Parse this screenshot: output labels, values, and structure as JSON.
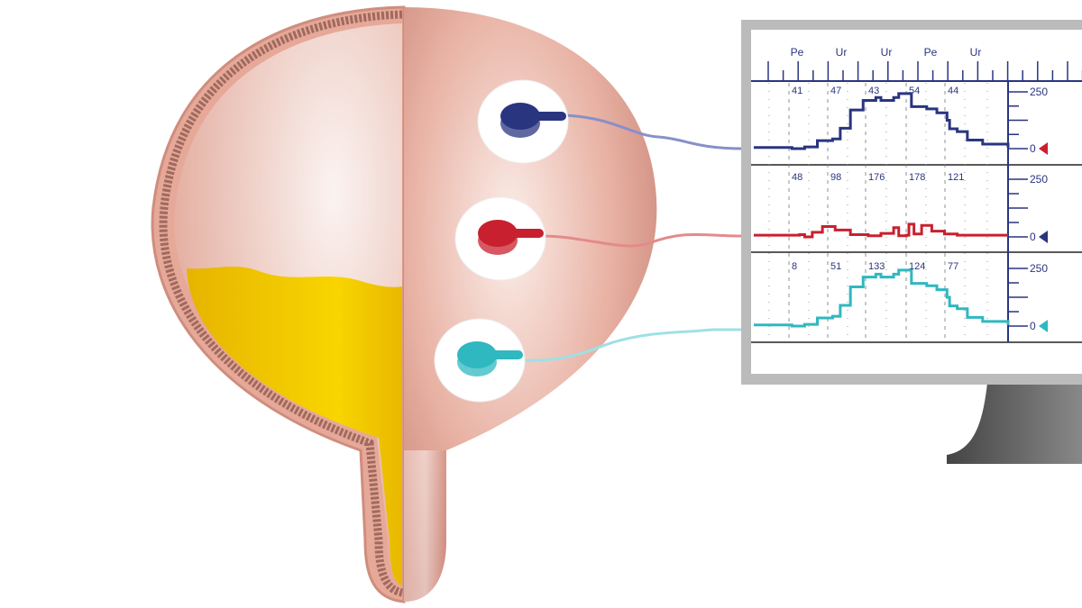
{
  "monitor": {
    "top_axis_labels": [
      "Pe",
      "Ur",
      "Ur",
      "Pe",
      "Ur"
    ],
    "panels": [
      {
        "values": [
          "41",
          "47",
          "43",
          "54",
          "44"
        ],
        "scale_max": "250",
        "scale_min": "0",
        "color": "#2a3580",
        "scale_color": "#c8202e",
        "marker_color": "#c8202e"
      },
      {
        "values": [
          "48",
          "98",
          "176",
          "178",
          "121"
        ],
        "scale_max": "250",
        "scale_min": "0",
        "color": "#c8202e",
        "scale_color": "#222222",
        "marker_color": "#2a3580"
      },
      {
        "values": [
          "8",
          "51",
          "133",
          "124",
          "77"
        ],
        "scale_max": "250",
        "scale_min": "0",
        "color": "#2fb8c0",
        "scale_color": "#2fb8c0",
        "marker_color": "#2fb8c0"
      }
    ]
  },
  "electrodes": [
    {
      "color": "#2a3580"
    },
    {
      "color": "#c8202e"
    },
    {
      "color": "#2fb8c0"
    }
  ],
  "colors": {
    "urine": "#f2c200",
    "bladder": "#e7aa98",
    "wall": "#a06a5e"
  }
}
